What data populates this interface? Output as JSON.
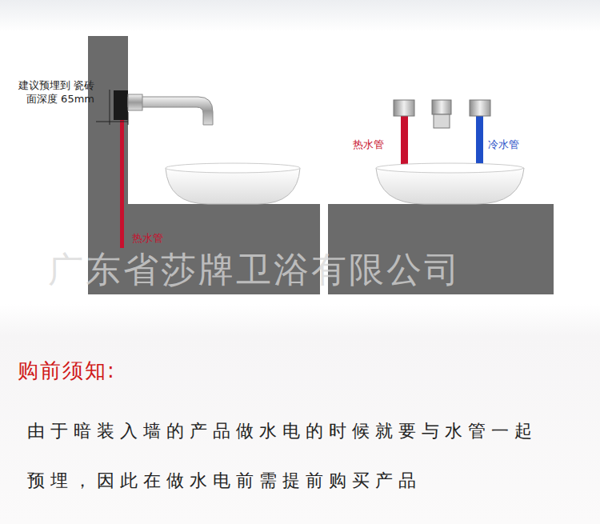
{
  "diagram": {
    "title": "购前须知:",
    "labels": [
      "建议预埋到 瓷砖面深度 65mm",
      "热水管",
      "热水管",
      "冷水管",
      "广东省莎牌卫浴有限公司",
      "由于暗装入墙的产品做水电的时候就要与水管一起 预埋，因此在做水电前需提前购买产品"
    ]
  }
}
